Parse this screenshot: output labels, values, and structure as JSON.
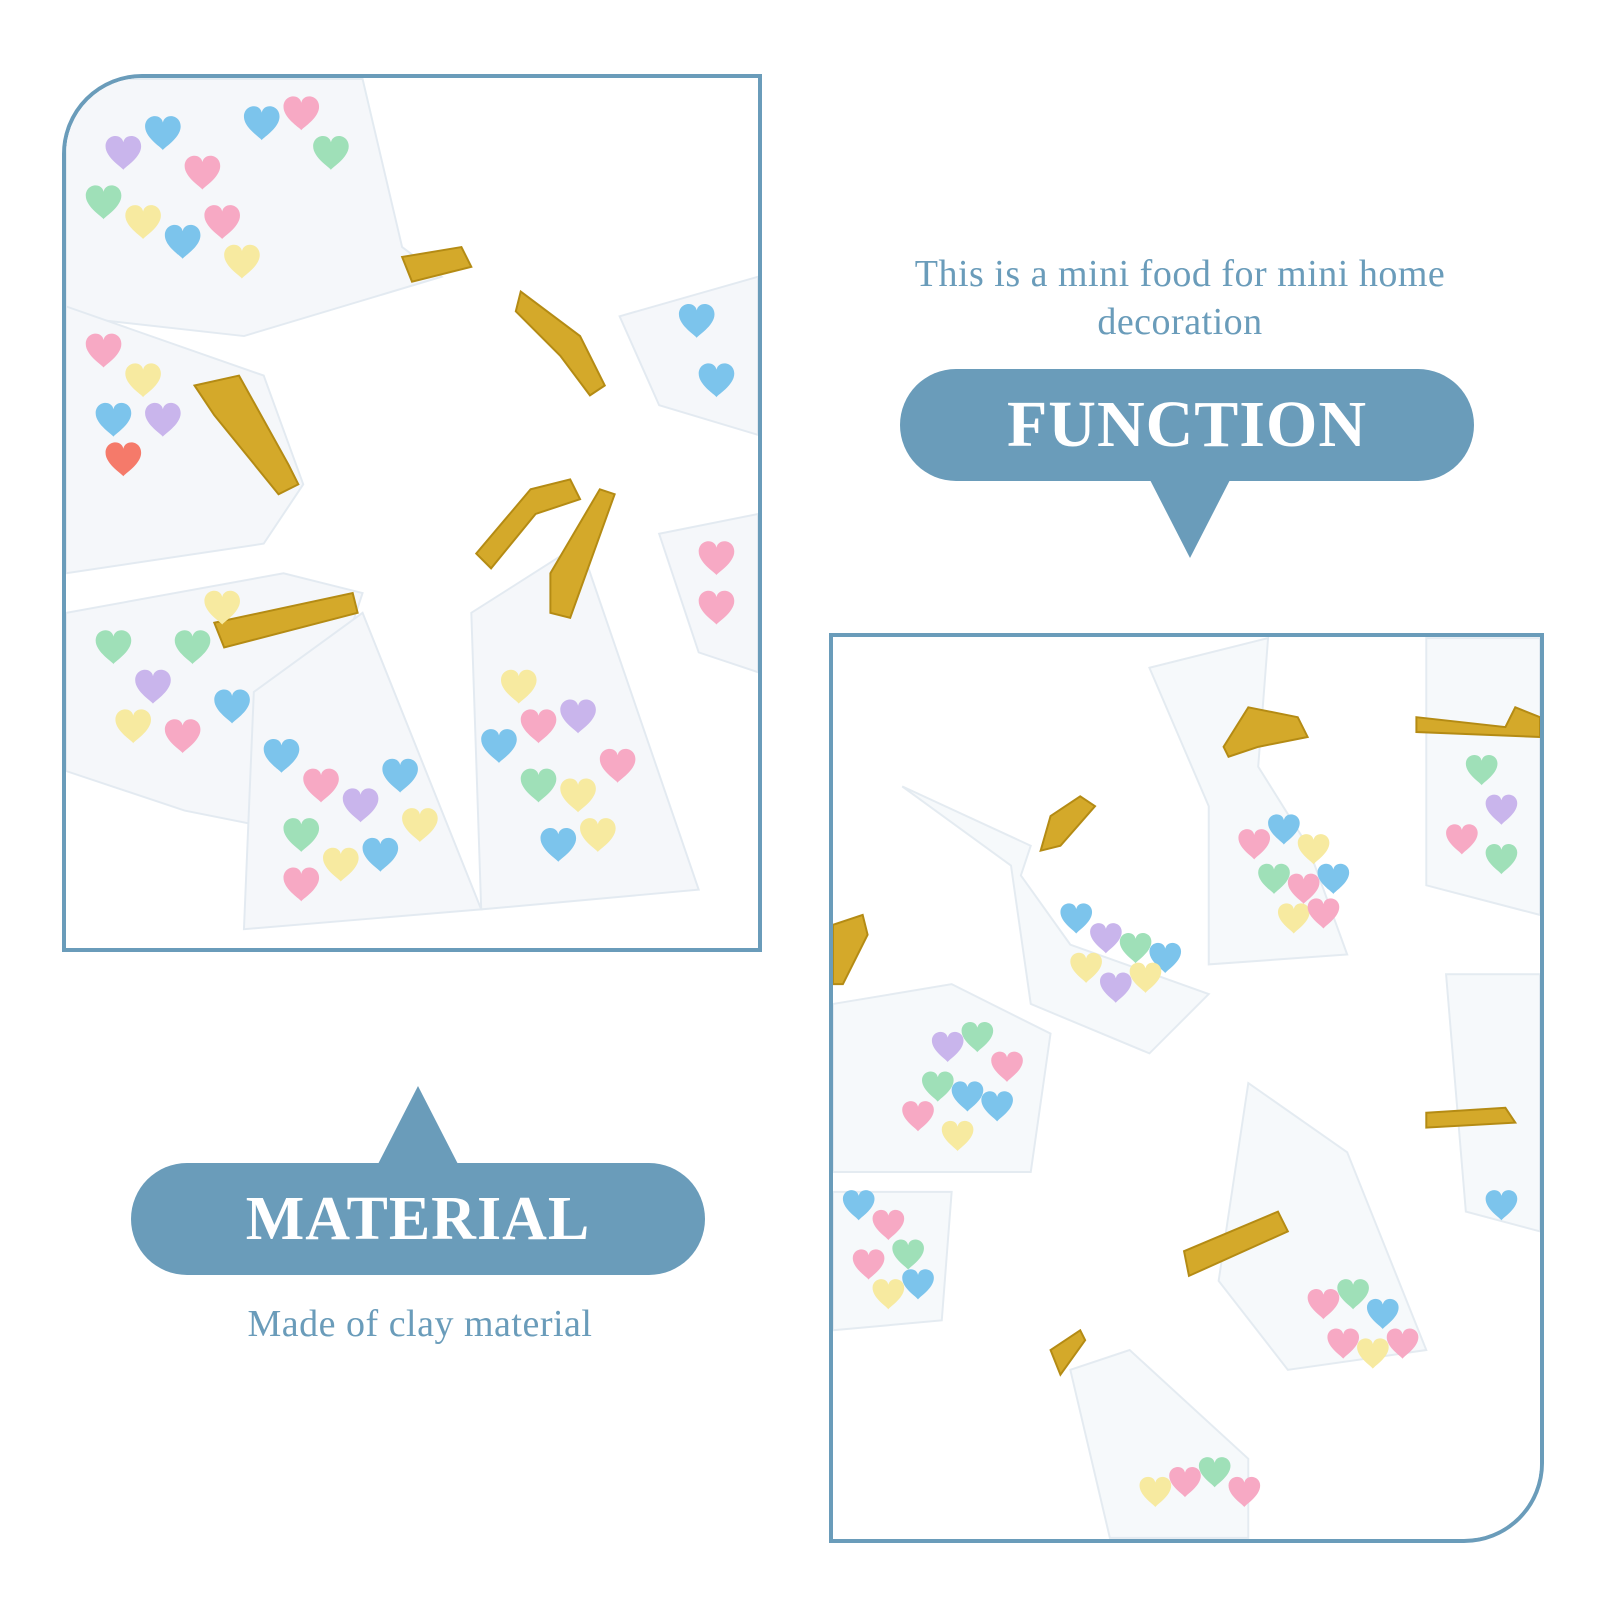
{
  "function_section": {
    "caption": "This is a mini food for mini home decoration",
    "label": "FUNCTION"
  },
  "material_section": {
    "label": "MATERIAL",
    "caption": "Made of clay material"
  },
  "colors": {
    "accent": "#6a9cba",
    "background": "#ffffff",
    "gold_tie": "#d4a92a",
    "candy_pink": "#f7a9c4",
    "candy_blue": "#7cc4ec",
    "candy_green": "#9fe0b8",
    "candy_yellow": "#f7eaa0",
    "candy_purple": "#c9b5ec"
  }
}
